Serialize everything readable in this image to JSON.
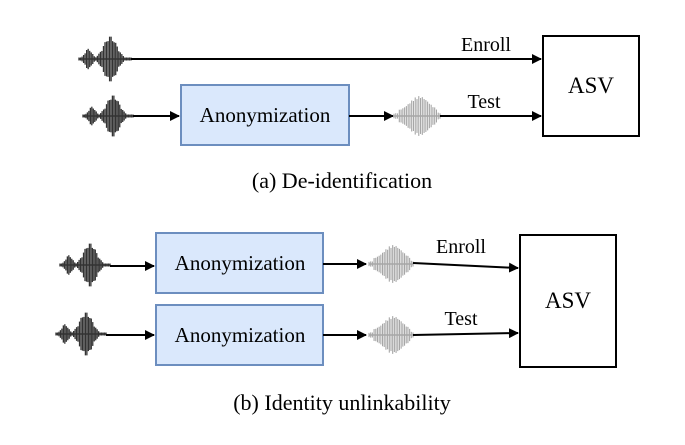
{
  "panel_a": {
    "caption": "(a) De-identification",
    "anonymizer_label": "Anonymization",
    "enroll_label": "Enroll",
    "test_label": "Test",
    "asv_label": "ASV"
  },
  "panel_b": {
    "caption": "(b) Identity unlinkability",
    "anonymizer_top_label": "Anonymization",
    "anonymizer_bottom_label": "Anonymization",
    "enroll_label": "Enroll",
    "test_label": "Test",
    "asv_label": "ASV"
  },
  "colors": {
    "anonymizer_fill": "#dae8fc",
    "anonymizer_stroke": "#6c8ebf",
    "original_wave": "#333333",
    "anonymized_wave": "#a6a6a6"
  },
  "icons": {
    "original_speech": "waveform-icon",
    "anonymized_speech": "waveform-icon"
  }
}
